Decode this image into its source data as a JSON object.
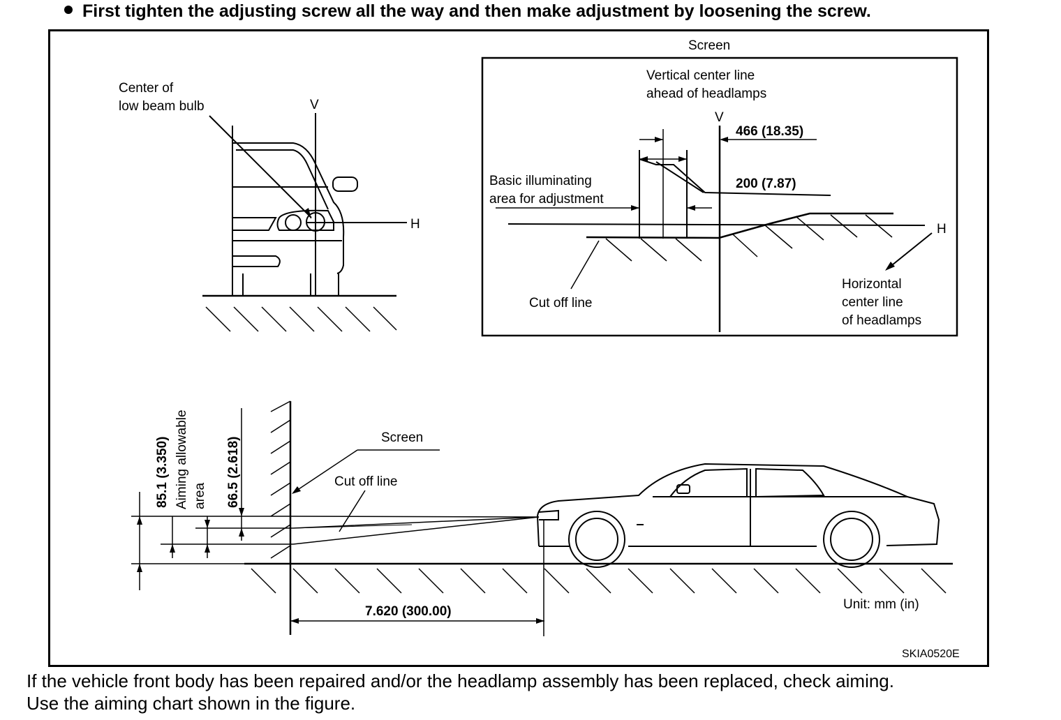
{
  "header": {
    "bullet_icon": "filled-circle",
    "instruction": "First tighten the adjusting screw all the way and then make adjustment by loosening the screw."
  },
  "figure": {
    "front_view": {
      "center_label_line1": "Center of",
      "center_label_line2": "low beam bulb",
      "v_label": "V",
      "h_label": "H"
    },
    "screen_inset": {
      "title": "Screen",
      "vcl_line1": "Vertical center line",
      "vcl_line2": "ahead of headlamps",
      "v_label": "V",
      "dim_466": "466 (18.35)",
      "dim_200": "200 (7.87)",
      "basic_line1": "Basic illuminating",
      "basic_line2": "area for adjustment",
      "h_label": "H",
      "cutoff_label": "Cut off line",
      "hcl_line1": "Horizontal",
      "hcl_line2": "center line",
      "hcl_line3": "of headlamps"
    },
    "side_view": {
      "dim_851": "85.1 (3.350)",
      "aiming_line1": "Aiming allowable",
      "aiming_line2": "area",
      "dim_665": "66.5 (2.618)",
      "screen_label": "Screen",
      "cutoff_label": "Cut off line",
      "distance": "7.620 (300.00)",
      "unit": "Unit: mm (in)"
    },
    "figure_code": "SKIA0520E"
  },
  "footer": {
    "line1": "If the vehicle front body has been repaired and/or the headlamp assembly has been replaced, check aiming.",
    "line2": "Use the aiming chart shown in the figure."
  }
}
